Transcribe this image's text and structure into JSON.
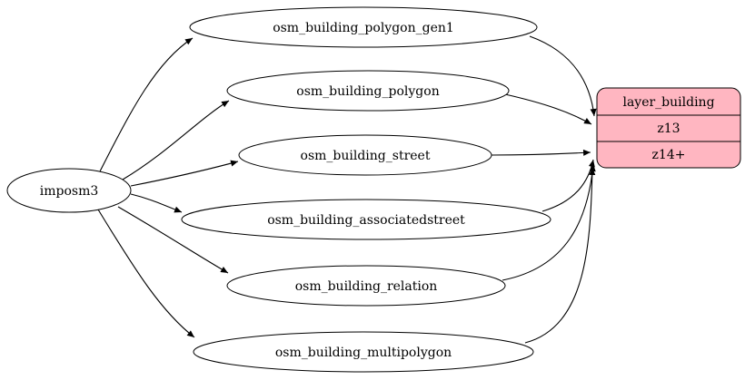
{
  "diagram": {
    "background": "#ffffff",
    "source": {
      "label": "imposm3"
    },
    "tables": [
      {
        "label": "osm_building_polygon_gen1"
      },
      {
        "label": "osm_building_polygon"
      },
      {
        "label": "osm_building_street"
      },
      {
        "label": "osm_building_associatedstreet"
      },
      {
        "label": "osm_building_relation"
      },
      {
        "label": "osm_building_multipolygon"
      }
    ],
    "layer": {
      "title": "layer_building",
      "rows": [
        {
          "label": "z13"
        },
        {
          "label": "z14+"
        }
      ],
      "fill": "#ffb6c1",
      "stroke": "#000000"
    }
  }
}
